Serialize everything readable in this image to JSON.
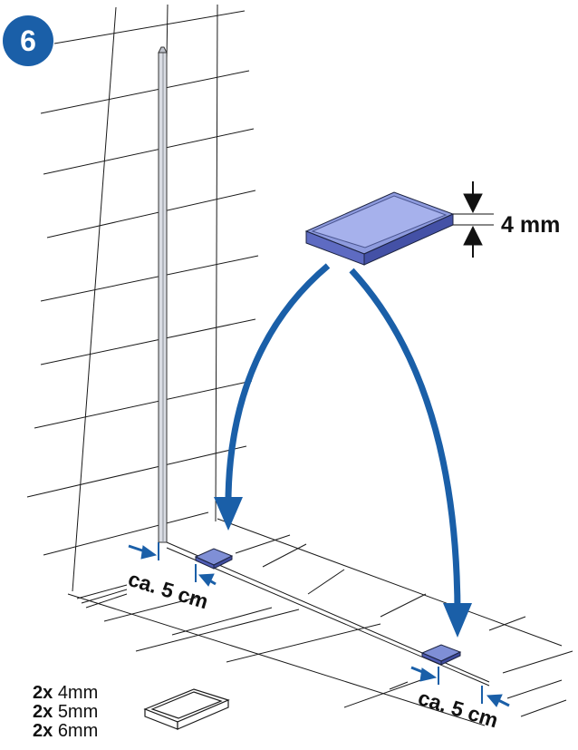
{
  "step_badge": {
    "number": "6",
    "color": "#1a5fa8"
  },
  "thickness_label": "4 mm",
  "distance_label_left": "ca. 5 cm",
  "distance_label_right": "ca. 5 cm",
  "spacer_set": [
    {
      "count": "2x",
      "size": "4mm"
    },
    {
      "count": "2x",
      "size": "5mm"
    },
    {
      "count": "2x",
      "size": "6mm"
    }
  ],
  "colors": {
    "accent": "#1a5fa8",
    "spacer": "#7f8fd6",
    "spacer_dark": "#3f4f9a"
  }
}
